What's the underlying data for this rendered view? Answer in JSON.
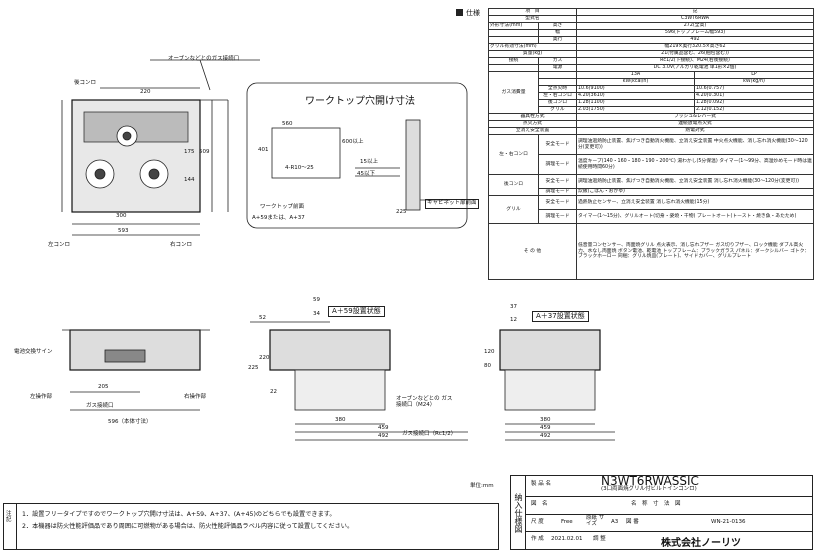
{
  "header": {
    "spec_label": "仕様"
  },
  "spec": {
    "col_item": "項　目",
    "col_note": "記",
    "rows": [
      [
        "型式名",
        "",
        "C3WT6RWA"
      ],
      [
        "外形寸法(mm)",
        "高さ",
        "272(全高)"
      ],
      [
        "",
        "幅",
        "596(トップフレーム幅593)"
      ],
      [
        "",
        "奥行",
        "492"
      ],
      [
        "グリル有効寸法(mm)",
        "",
        "幅219×奥行320.5×高さ62"
      ],
      [
        "質量(kg)",
        "",
        "21(付属品含む、26(梱包含む))"
      ],
      [
        "接続",
        "ガス",
        "Rc1/2(下接続)、M24(右後接続)"
      ],
      [
        "",
        "電源",
        "DC 3.0V(アルカリ乾電池 単1形×2個)"
      ]
    ],
    "gas_header": [
      "13A",
      "LP",
      "kW(kcal/h)",
      "kW(kg/h)"
    ],
    "gas_rows": [
      [
        "全点火時",
        "10.6(9100)",
        "10.6(0.757)"
      ],
      [
        "左・右コンロ",
        "4.20(3610)",
        "4.20(0.301)"
      ],
      [
        "後コンロ",
        "1.28(1100)",
        "1.28(0.092)"
      ],
      [
        "グリル",
        "2.03(1750)",
        "2.12(0.152)"
      ]
    ],
    "gas_label": "ガス消費量",
    "ignition_label": "器具栓方式",
    "ignition": "プッシュ&レバー式",
    "ignite_label": "点火方式",
    "ignite": "連続放電点火式",
    "safety_label": "立消え安全装置",
    "safety": "熱電対式",
    "left_right": "左・右コンロ",
    "back": "後コンロ",
    "grill": "グリル",
    "safe_mode": "安全モード",
    "adjust_mode": "調理モード",
    "lr_safe": "調理油過熱防止装置、焦げつき自動消火機能、立消え安全装置 中火点火機能、消し忘れ消火機能(30～120分(変更可))",
    "lr_adjust": "温度キープ(140・160・180・190・200℃) 湯わかし(5分保温) タイマー(1～99分、高温炒めモード時は連続使用時間60分)",
    "back_safe": "調理油過熱防止装置、焦げつき自動消火機能、立消え安全装置 消し忘れ消火機能(30～120分(変更可))",
    "back_adjust": "炊飯(ごはん・おかゆ)",
    "grill_safe": "過熱防止センサー、立消え安全装置 消し忘れ消火機能(15分)",
    "grill_adjust": "タイマー(1～15分)、グリルオート(切身・姿焼・干物) プレートオート(トースト・焼き魚・あたため)",
    "others_label": "そ の 他",
    "others": "低音量コンセンサー、両面焼グリル 点火表示、消し忘れブザー ガス切りブザー、ロック機能 ダブル高火力、水なし両面焼 ボタン電池、乾電池 トップフレーム：ブラックガラス パネル：ダークシルバー ゴトク：ブラックホーロー 同梱：グリル焼皿(プレート)、サイドカバー、グリルプレート"
  },
  "plan": {
    "label_gas_port": "オーブンなどとのガス接続口",
    "back_burner": "後コンロ",
    "left_burner": "左コンロ",
    "right_burner": "右コンロ",
    "d220": "220",
    "d509": "509",
    "d175": "175",
    "d144": "144",
    "d300": "300",
    "d593": "593"
  },
  "cutout": {
    "title": "ワークトップ穴開け寸法",
    "d560": "560",
    "d401": "401",
    "d4r": "4-R10～25",
    "d15": "15以上",
    "d600": "600以上",
    "d45": "45以下",
    "d225": "225",
    "worktop_front": "ワークトップ前面",
    "a59": "A+59または、A+37",
    "cabinet_front": "キャビネット扉前面"
  },
  "front": {
    "battery": "電池交換サイン",
    "left_op": "左操作部",
    "right_op": "右操作部",
    "gas_port": "ガス接続口",
    "body_width": "596（本体寸法）",
    "d205": "205"
  },
  "side1": {
    "title": "A＋59設置状態",
    "d59": "59",
    "d34": "34",
    "d52": "52",
    "d220": "220",
    "d225": "225",
    "d22": "22",
    "d380": "380",
    "d459": "459",
    "d492": "492",
    "gas_oven": "オーブンなどとの ガス接続口（M24）",
    "gas_rc": "ガス接続口（Rc1/2）"
  },
  "side2": {
    "title": "A＋37設置状態",
    "d37": "37",
    "d12": "12",
    "d120": "120",
    "d80": "80",
    "d380": "380",
    "d459": "459",
    "d492": "492"
  },
  "notes": {
    "label": "注記",
    "line1": "1．設置フリータイプですのでワークトップ穴開け寸法は、A+59、A+37、(A+45)のどちらでも設置できます。",
    "line2": "2．本機器は防火性能評価品であり周囲に可燃物がある場合は、防火性能評価品ラベル内容に従って設置してください。"
  },
  "title_block": {
    "unit": "単位:mm",
    "vertical": "納入仕様図",
    "product_label": "製 品 名",
    "product_name": "N3WT6RWASSIC",
    "product_sub": "(3口両面焼グリル付ビルトインコンロ)",
    "drawing_label": "図　名",
    "drawing_name": "名　称　寸　法　図",
    "scale_label": "尺 度",
    "scale": "Free",
    "size_label": "原紙 サイズ",
    "size": "A3",
    "number_label": "図 番",
    "number": "WN-21-0136",
    "made_label": "作 成",
    "date": "2021.02.01",
    "check_label": "調 整",
    "company": "株式会社ノーリツ"
  }
}
